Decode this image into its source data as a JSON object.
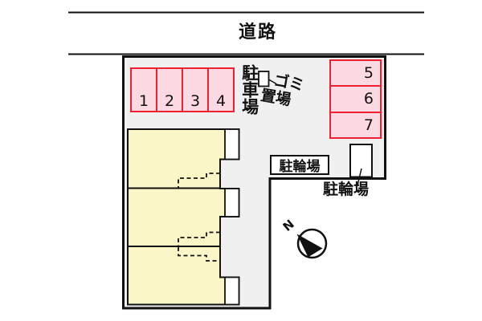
{
  "road": {
    "label": "道路"
  },
  "parking": {
    "label": "駐車場",
    "top_stalls": [
      "1",
      "2",
      "3",
      "4"
    ],
    "right_stalls": [
      "5",
      "6",
      "7"
    ]
  },
  "garbage": {
    "line1": "ゴミ",
    "line2": "置場"
  },
  "bicycle": {
    "sign_label": "駐輪場",
    "area_label": "駐輪場"
  },
  "compass": {
    "north": "N"
  },
  "colors": {
    "stall_fill": "#fcd9e3",
    "stall_border": "#ee2130",
    "building_fill": "#fbf6c8",
    "site_fill": "#f0f0f0",
    "outline": "#111111"
  }
}
